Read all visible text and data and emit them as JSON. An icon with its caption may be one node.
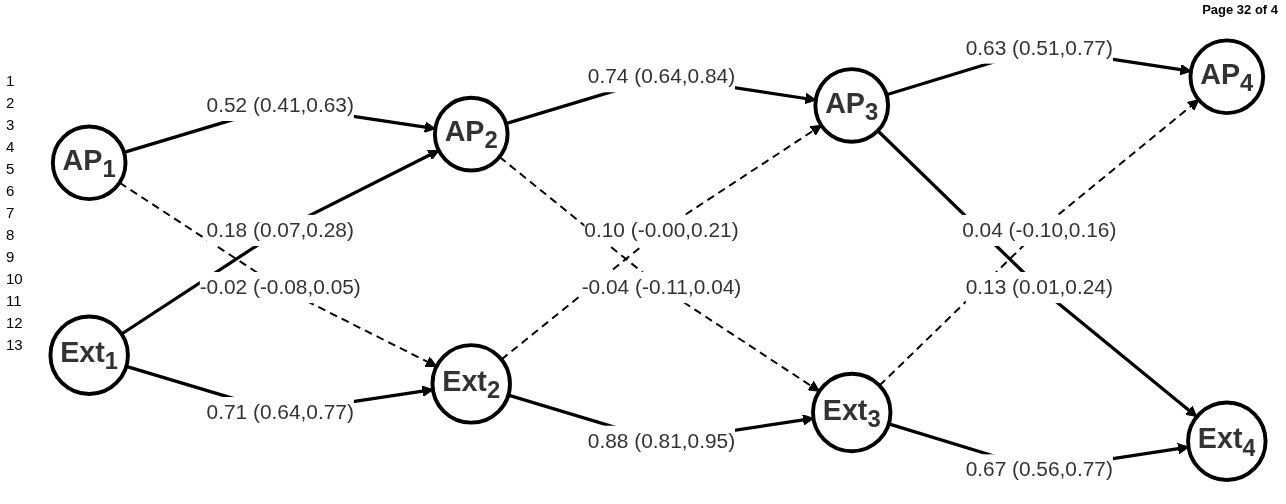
{
  "diagram": {
    "nodes": [
      {
        "text": [
          "AP$_{1}$"
        ]
      },
      {
        "text": [
          "AP$_{2}$"
        ]
      },
      {
        "text": [
          "AP$_{3}$"
        ]
      },
      {
        "text": [
          "AP$_{4}$"
        ]
      },
      {
        "text": [
          "Ext$_{1}$"
        ]
      },
      {
        "text": [
          "Ext$_{2}$"
        ]
      },
      {
        "text": [
          "Ext$_{3}$"
        ]
      },
      {
        "text": [
          "Ext$_{4}$"
        ]
      }
    ],
    "edges": [
      {
        "from": 0,
        "to": 1,
        "arrow": "to",
        "label": "0.52 (0.41,0.63)"
      },
      {
        "from": 1,
        "to": 2,
        "arrow": "to",
        "label": "0.74 (0.64,0.84)"
      },
      {
        "from": 2,
        "to": 3,
        "arrow": "to",
        "label": "0.63 (0.51,0.77)"
      },
      {
        "from": 0,
        "to": 5,
        "arrow": "to",
        "label": "-0.02 (-0.08,0.05)",
        "style": "dashed"
      },
      {
        "from": 1,
        "to": 6,
        "arrow": "to",
        "label": "-0.04 (-0.11,0.04)",
        "style": "dashed"
      },
      {
        "from": 2,
        "to": 7,
        "arrow": "to",
        "label": "0.13 (0.01,0.24)"
      },
      {
        "from": 4,
        "to": 1,
        "arrow": "to",
        "label": "0.18 (0.07,0.28)"
      },
      {
        "from": 5,
        "to": 2,
        "arrow": "to",
        "label": "0.10 (-0.00,0.21)",
        "style": "dashed"
      },
      {
        "from": 6,
        "to": 3,
        "arrow": "to",
        "label": "0.04 (-0.10,0.16)",
        "style": "dashed"
      },
      {
        "from": 4,
        "to": 5,
        "arrow": "to",
        "label": "0.71 (0.64,0.77)"
      },
      {
        "from": 5,
        "to": 6,
        "arrow": "to",
        "label": "0.88 (0.81,0.95)"
      },
      {
        "from": 6,
        "to": 7,
        "arrow": "to",
        "label": "0.67 (0.56,0.77)"
      }
    ],
    "labels": [
      "Page 32 of 4",
      "1",
      "2",
      "3",
      "4",
      "5",
      "6",
      "7",
      "8",
      "9",
      "10",
      "11",
      "12",
      "13"
    ]
  }
}
